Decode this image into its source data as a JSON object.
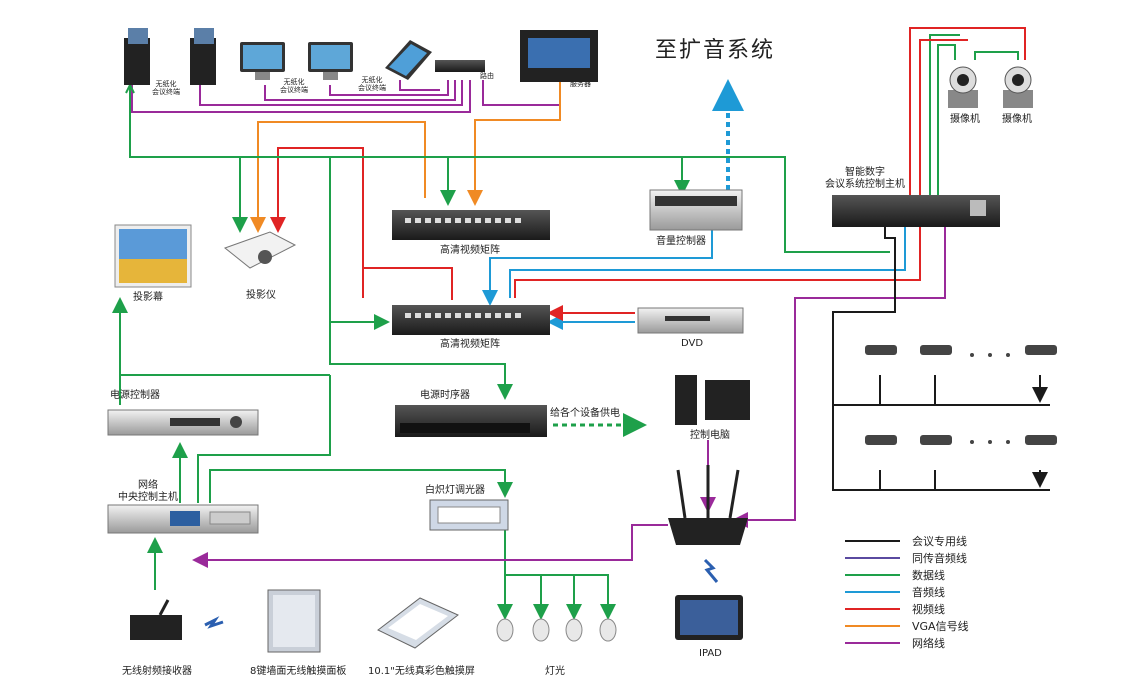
{
  "title": "至扩音系统",
  "devices": {
    "wireless_conf_1": "无纸化\n会议终端",
    "wireless_conf_2": "无纸化\n会议终端",
    "paperless_tablet": "无纸化\n会议终端",
    "router_top": "路由",
    "server": "服务器",
    "camera_1": "摄像机",
    "camera_2": "摄像机",
    "conf_host": "智能数字\n会议系统控制主机",
    "hd_matrix_top": "高清视频矩阵",
    "audio_ctrl": "音量控制器",
    "screen": "投影幕",
    "projector": "投影仪",
    "hd_matrix_mid": "高清视频矩阵",
    "dvd": "DVD",
    "power_ctrl": "电源控制器",
    "sequencer": "电源时序器",
    "power_note": "给各个设备供电",
    "ctrl_pc": "控制电脑",
    "central_ctrl": "网络\n中央控制主机",
    "dimmer": "白炽灯调光器",
    "rf_receiver": "无线射频接收器",
    "wall_panel": "8键墙面无线触摸面板",
    "touch_screen": "10.1\"无线真彩色触摸屏",
    "lights": "灯光",
    "ipad": "IPAD"
  },
  "legend": [
    {
      "label": "会议专用线",
      "color": "#1a1a1a"
    },
    {
      "label": "同传音频线",
      "color": "#5a4aa0"
    },
    {
      "label": "数据线",
      "color": "#1ea04a"
    },
    {
      "label": "音频线",
      "color": "#1e9ad6"
    },
    {
      "label": "视频线",
      "color": "#e02424"
    },
    {
      "label": "VGA信号线",
      "color": "#f08a24"
    },
    {
      "label": "网络线",
      "color": "#9a2a9a"
    }
  ]
}
